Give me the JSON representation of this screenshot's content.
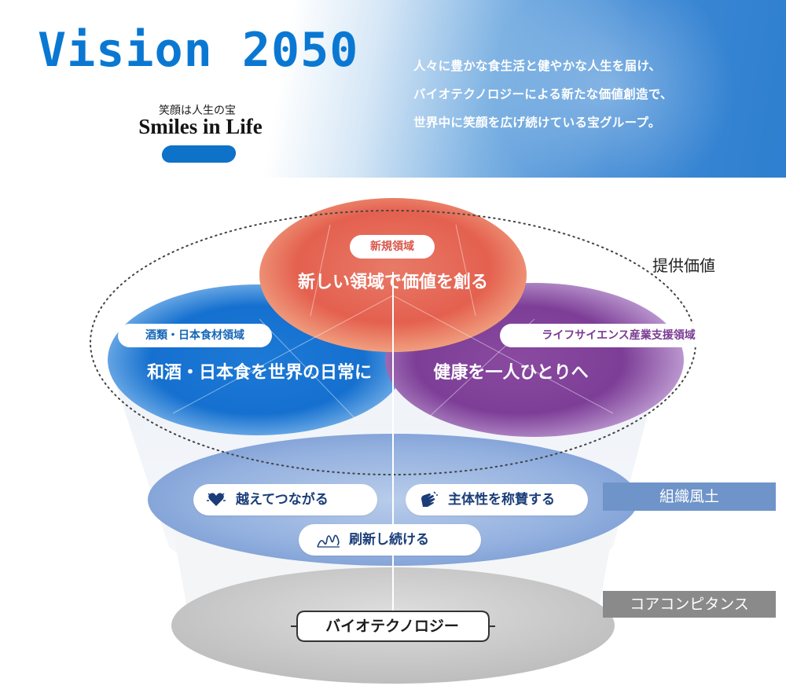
{
  "header": {
    "title": "Vision 2050",
    "tagline_sub": "笑顔は人生の宝",
    "tagline_main": "Smiles in Life",
    "copy_lines": [
      "人々に豊かな食生活と健やかな人生を届け、",
      "バイオテクノロジーによる新たな価値創造で、",
      "世界中に笑顔を広げ続けている宝グループ。"
    ]
  },
  "diagram": {
    "value_label": "提供価値",
    "domains": {
      "new": {
        "tag": "新規領域",
        "text": "新しい領域で価値を創る",
        "color": "#e4604f"
      },
      "sake": {
        "tag": "酒類・日本食材領域",
        "text": "和酒・日本食を世界の日常に",
        "color": "#1570cf"
      },
      "life": {
        "tag": "ライフサイエンス産業支援領域",
        "text": "健康を一人ひとりへ",
        "color": "#7d3e97"
      }
    },
    "culture": {
      "label": "組織風土",
      "items": [
        {
          "text": "越えてつながる",
          "icon": "heart-icon"
        },
        {
          "text": "主体性を称賛する",
          "icon": "clapping-hands-icon"
        },
        {
          "text": "刷新し続ける",
          "icon": "spiral-icon"
        }
      ]
    },
    "core": {
      "label": "コアコンピタンス",
      "text": "バイオテクノロジー"
    }
  }
}
